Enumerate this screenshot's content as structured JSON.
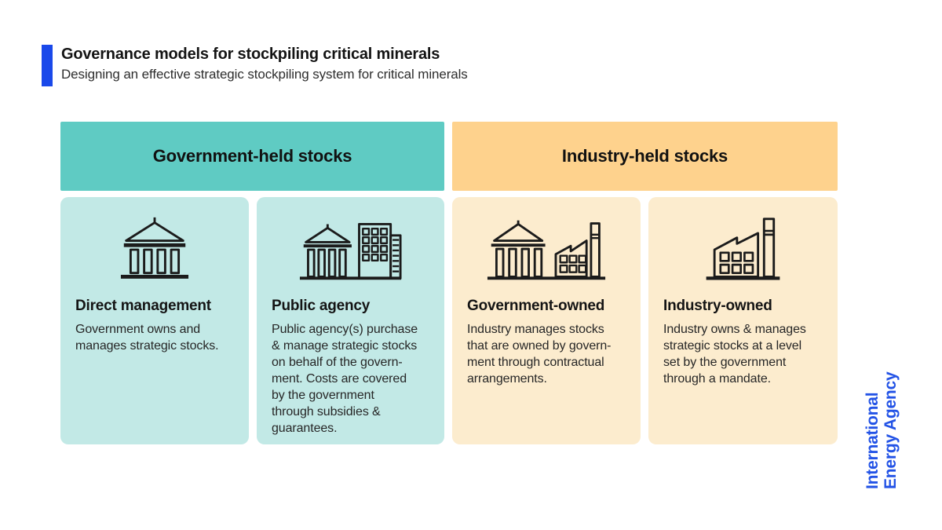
{
  "header": {
    "title": "Governance models for stockpiling critical minerals",
    "subtitle": "Designing an effective strategic stockpiling system for critical minerals"
  },
  "brand": {
    "line1": "International",
    "line2": "Energy Agency",
    "color": "#2353e6"
  },
  "colors": {
    "accent_blue": "#1a49ea",
    "government_header": "#5fcbc3",
    "government_card": "#c2e9e6",
    "industry_header": "#fed28d",
    "industry_card": "#fcecce",
    "icon_stroke": "#1b1b1b",
    "heading_text": "#141414",
    "body_text": "#262626"
  },
  "groups": [
    {
      "label": "Government-held stocks",
      "header_bg": "#5fcbc3",
      "card_bg": "#c2e9e6",
      "cards": [
        {
          "icon": "bank-icon",
          "title": "Direct management",
          "body": "Government owns and\nmanages strategic stocks."
        },
        {
          "icon": "bank-and-office-icon",
          "title": "Public agency",
          "body": "Public agency(s) purchase\n& manage strategic stocks\non behalf of the govern-\nment. Costs are covered\nby the government\nthrough subsidies &\nguarantees."
        }
      ]
    },
    {
      "label": "Industry-held stocks",
      "header_bg": "#fed28d",
      "card_bg": "#fcecce",
      "cards": [
        {
          "icon": "bank-and-factory-icon",
          "title": "Government-owned",
          "body": "Industry manages stocks\nthat are owned by govern-\nment through contractual\narrangements."
        },
        {
          "icon": "factory-icon",
          "title": "Industry-owned",
          "body": "Industry owns & manages\nstrategic stocks at a level\nset by the government\nthrough a mandate."
        }
      ]
    }
  ]
}
